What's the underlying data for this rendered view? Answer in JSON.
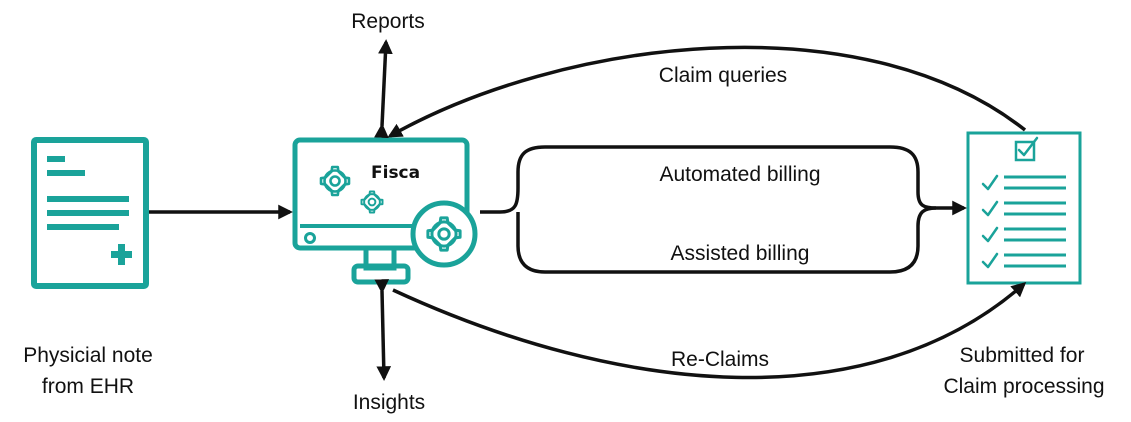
{
  "colors": {
    "accent": "#1aa39a",
    "line": "#111111",
    "background": "#ffffff"
  },
  "nodes": {
    "ehr_note": {
      "icon": "clinical-note-icon",
      "caption_line1": "Physicial note",
      "caption_line2": "from EHR"
    },
    "fisca": {
      "icon": "monitor-gears-icon",
      "title": "Fisca"
    },
    "claim": {
      "icon": "checklist-document-icon",
      "caption_line1": "Submitted for",
      "caption_line2": "Claim processing"
    }
  },
  "edges": {
    "reports": "Reports",
    "insights": "Insights",
    "claim_queries": "Claim queries",
    "re_claims": "Re-Claims",
    "automated_billing": "Automated billing",
    "assisted_billing": "Assisted billing"
  }
}
